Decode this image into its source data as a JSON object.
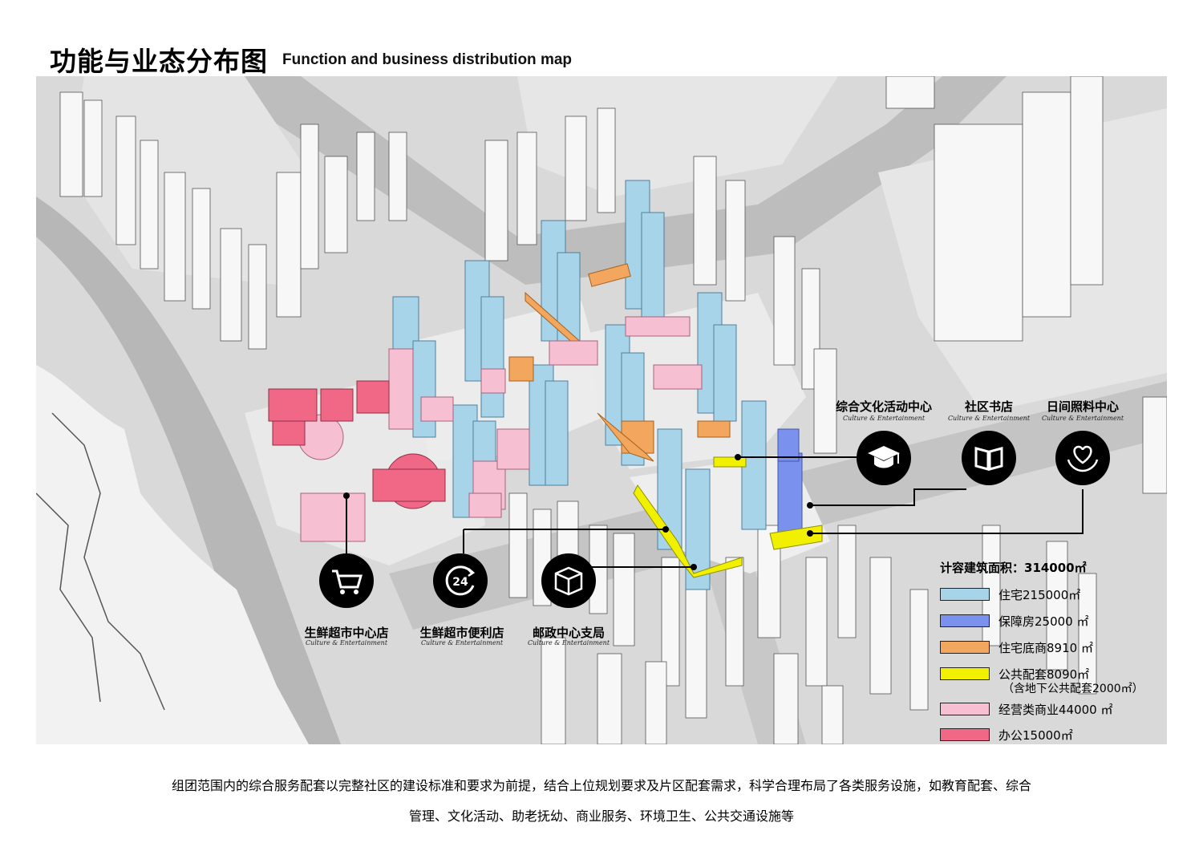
{
  "header": {
    "title_cn": "功能与业态分布图",
    "title_en": "Function and business distribution map"
  },
  "services_top": [
    {
      "name": "综合文化活动中心",
      "sub": "Culture & Entertainment",
      "icon": "graduation-cap-icon"
    },
    {
      "name": "社区书店",
      "sub": "Culture & Entertainment",
      "icon": "book-icon"
    },
    {
      "name": "日间照料中心",
      "sub": "Culture & Entertainment",
      "icon": "heart-hands-icon"
    }
  ],
  "services_bottom": [
    {
      "name": "生鲜超市中心店",
      "sub": "Culture & Entertainment",
      "icon": "shopping-cart-icon"
    },
    {
      "name": "生鲜超市便利店",
      "sub": "Culture & Entertainment",
      "icon": "24-hour-icon"
    },
    {
      "name": "邮政中心支局",
      "sub": "Culture & Entertainment",
      "icon": "parcel-box-icon"
    }
  ],
  "legend": {
    "title": "计容建筑面积：314000㎡",
    "items": [
      {
        "label": "住宅215000㎡",
        "color": "#a8d4ea"
      },
      {
        "label": "保障房25000 ㎡",
        "color": "#7a92ee"
      },
      {
        "label": "住宅底商8910 ㎡",
        "color": "#f2a65e"
      },
      {
        "label": "公共配套8090㎡",
        "color": "#f1f000"
      },
      {
        "label": "经营类商业44000 ㎡",
        "color": "#f6bfd2"
      },
      {
        "label": "办公15000㎡",
        "color": "#f16886"
      }
    ],
    "note": "（含地下公共配套2000㎡）"
  },
  "caption": {
    "line1": "组团范围内的综合服务配套以完整社区的建设标准和要求为前提，结合上位规划要求及片区配套需求，科学合理布局了各类服务设施，如教育配套、综合",
    "line2": "管理、文化活动、助老抚幼、商业服务、环境卫生、公共交通设施等"
  },
  "colors": {
    "residential": "#a8d4ea",
    "affordable": "#7a92ee",
    "shops": "#f2a65e",
    "public": "#f1f000",
    "commercial": "#f6bfd2",
    "office": "#f16886"
  }
}
